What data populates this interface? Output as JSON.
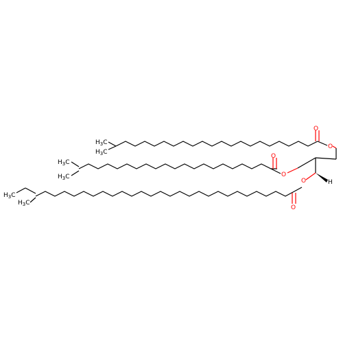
{
  "molecule": {
    "atom_labels": {
      "oxygen": "O",
      "hydrogen": "H",
      "methyl_main": "H",
      "methyl_sub": "3",
      "methyl_c": "C"
    },
    "colors": {
      "bond": "#000000",
      "oxygen": "#ff0000"
    }
  }
}
